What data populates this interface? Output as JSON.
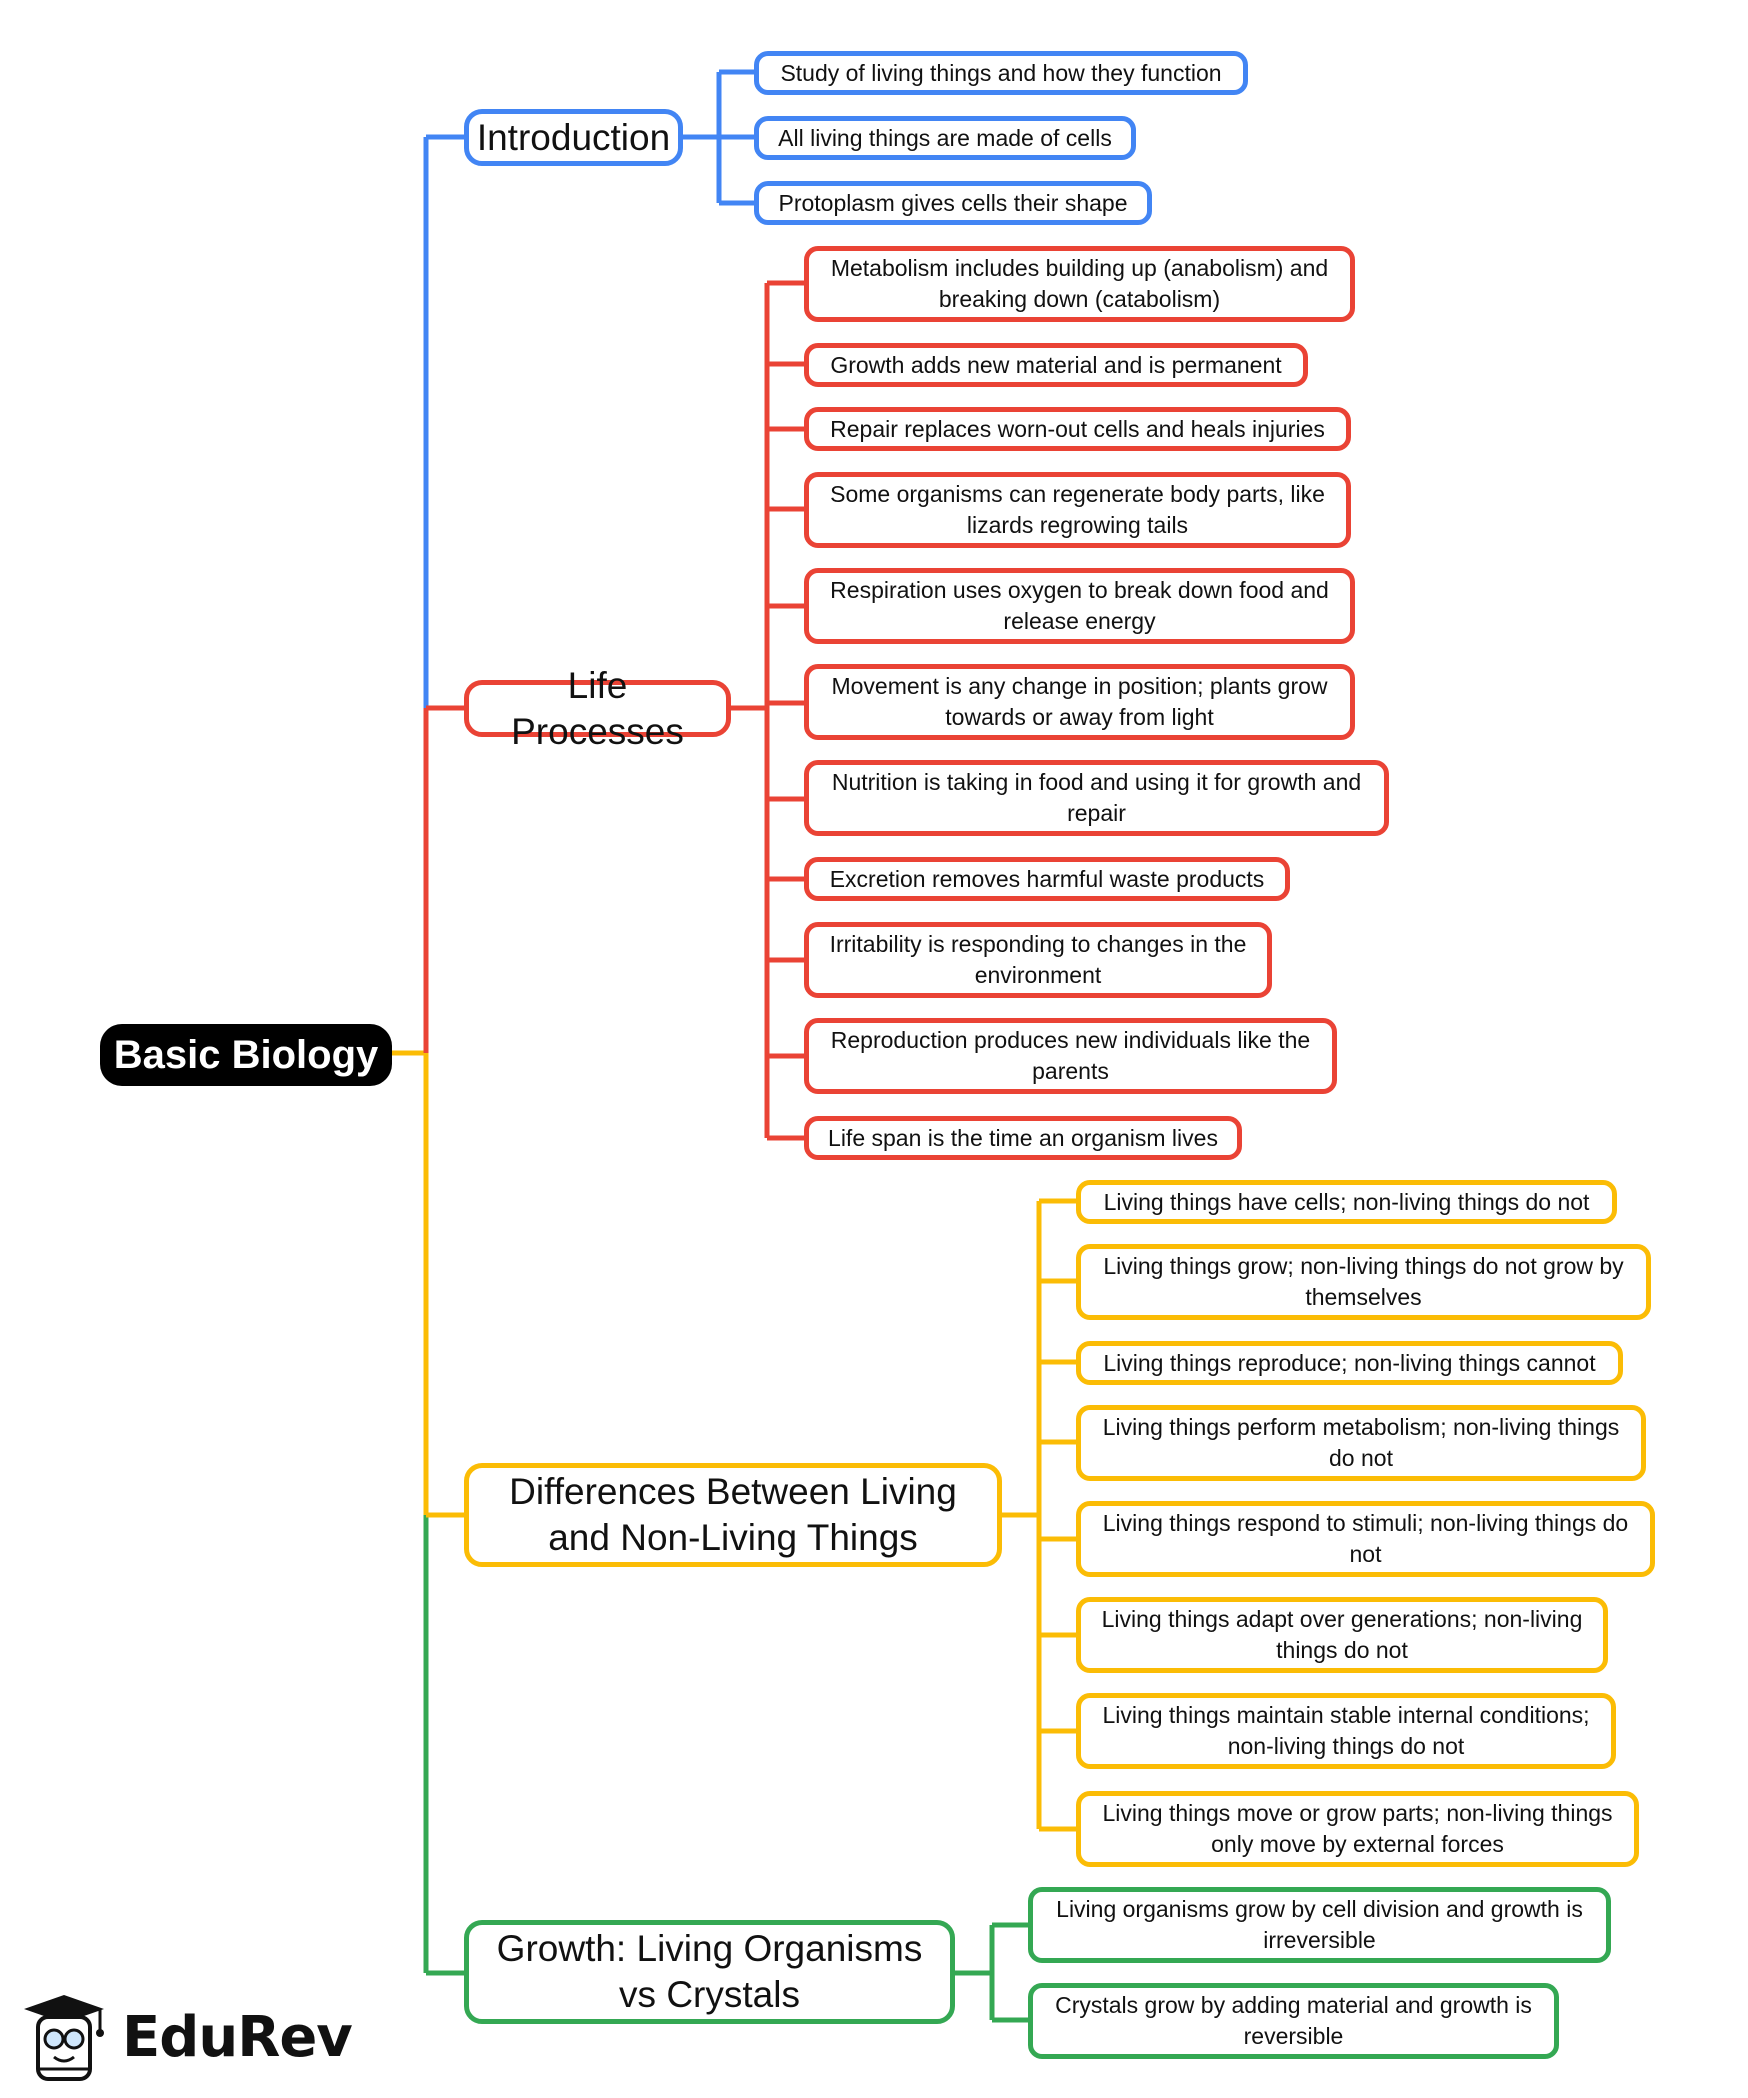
{
  "root": {
    "label": "Basic Biology"
  },
  "colors": {
    "introduction": "#4285f4",
    "life_processes": "#ea4335",
    "differences": "#fbbc05",
    "growth": "#34a853",
    "root_bg": "#000000"
  },
  "branches": {
    "introduction": {
      "label": "Introduction",
      "items": [
        "Study of living things and how they function",
        "All living things are made of cells",
        "Protoplasm gives cells their shape"
      ]
    },
    "life_processes": {
      "label": "Life Processes",
      "items": [
        "Metabolism includes building up (anabolism) and breaking down (catabolism)",
        "Growth adds new material and is permanent",
        "Repair replaces worn-out cells and heals injuries",
        "Some organisms can regenerate body parts, like lizards regrowing tails",
        "Respiration uses oxygen to break down food and release energy",
        "Movement is any change in position; plants grow towards or away from light",
        "Nutrition is taking in food and using it for growth and repair",
        "Excretion removes harmful waste products",
        "Irritability is responding to changes in the environment",
        "Reproduction produces new individuals like the parents",
        "Life span is the time an organism lives"
      ]
    },
    "differences": {
      "label": "Differences Between Living and Non-Living Things",
      "items": [
        "Living things have cells; non-living things do not",
        "Living things grow; non-living things do not grow by themselves",
        "Living things reproduce; non-living things cannot",
        "Living things perform metabolism; non-living things do not",
        "Living things respond to stimuli; non-living things do not",
        "Living things adapt over generations; non-living things do not",
        "Living things maintain stable internal conditions; non-living things do not",
        "Living things move or grow parts; non-living things only move by external forces"
      ]
    },
    "growth": {
      "label": "Growth: Living Organisms vs Crystals",
      "items": [
        "Living organisms grow by cell division and growth is irreversible",
        "Crystals grow by adding material and growth is reversible"
      ]
    }
  },
  "logo": {
    "text": "EduRev",
    "icon": "graduation-cap-mascot-icon"
  }
}
